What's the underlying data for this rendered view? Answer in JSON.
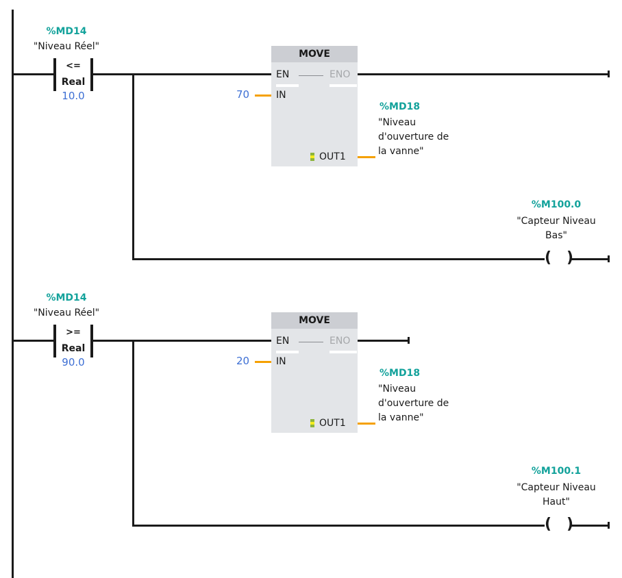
{
  "colors": {
    "address": "#13a29b",
    "constant": "#3d6fd4",
    "wire": "#1a1a1a",
    "data_wire": "#f5a000",
    "box_fill": "#e3e5e8",
    "box_header": "#ccced3",
    "disabled_pin": "#a5a7aa"
  },
  "networks": [
    {
      "contact": {
        "address": "%MD14",
        "symbol": "\"Niveau Réel\"",
        "operator": "<=",
        "type": "Real",
        "compare_value": "10.0"
      },
      "move": {
        "title": "MOVE",
        "en": "EN",
        "eno": "ENO",
        "in_label": "IN",
        "in_value": "70",
        "out_label": "OUT1",
        "out_address": "%MD18",
        "out_symbol_lines": [
          "\"Niveau",
          "d'ouverture de",
          "la vanne\""
        ]
      },
      "coil": {
        "address": "%M100.0",
        "symbol_lines": [
          "\"Capteur Niveau",
          "Bas\""
        ]
      }
    },
    {
      "contact": {
        "address": "%MD14",
        "symbol": "\"Niveau Réel\"",
        "operator": ">=",
        "type": "Real",
        "compare_value": "90.0"
      },
      "move": {
        "title": "MOVE",
        "en": "EN",
        "eno": "ENO",
        "in_label": "IN",
        "in_value": "20",
        "out_label": "OUT1",
        "out_address": "%MD18",
        "out_symbol_lines": [
          "\"Niveau",
          "d'ouverture de",
          "la vanne\""
        ]
      },
      "coil": {
        "address": "%M100.1",
        "symbol_lines": [
          "\"Capteur Niveau",
          "Haut\""
        ]
      }
    }
  ]
}
